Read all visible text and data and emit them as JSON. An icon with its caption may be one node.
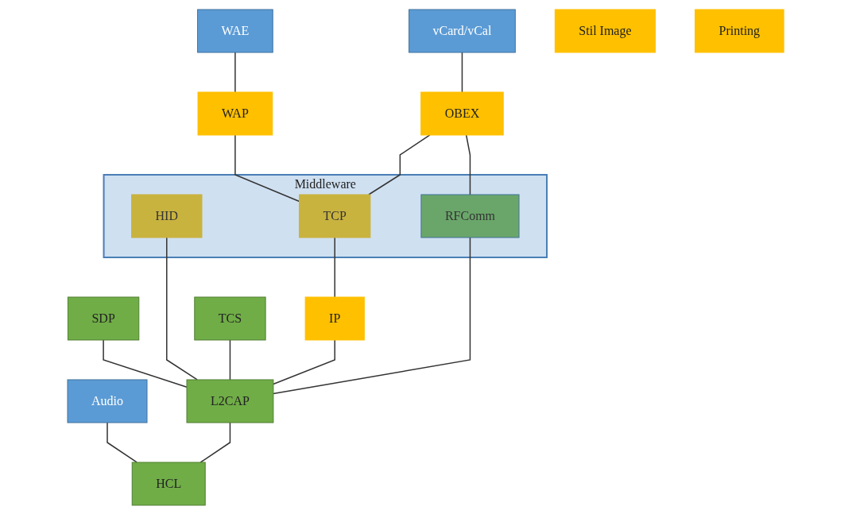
{
  "diagram": {
    "nodes": [
      {
        "text": [
          "WAE"
        ]
      },
      {
        "text": [
          "vCard/vCal"
        ]
      },
      {
        "text": [
          "Audio"
        ]
      },
      {
        "text": [
          "Stil Image"
        ]
      },
      {
        "text": [
          "WAP"
        ]
      },
      {
        "text": [
          "OBEX"
        ]
      },
      {
        "text": [
          "Printing"
        ]
      },
      {
        "text": [
          "Middleware"
        ]
      },
      {
        "text": [
          "HID"
        ],
        "in": 7
      },
      {
        "text": [
          "TCP"
        ],
        "in": 7
      },
      {
        "text": [
          "RFComm"
        ],
        "in": 7
      },
      {
        "text": [
          "SDP"
        ]
      },
      {
        "text": [
          "IP"
        ]
      },
      {
        "text": [
          "TCS"
        ]
      },
      {
        "text": [
          "L2CAP"
        ]
      },
      {
        "text": [
          "HCL"
        ]
      }
    ],
    "edges": [
      {
        "from": 0,
        "to": 4,
        "arrow": "none"
      },
      {
        "from": 1,
        "to": 5,
        "arrow": "none"
      },
      {
        "from": 4,
        "to": 9,
        "arrow": "none"
      },
      {
        "from": 5,
        "to": 9,
        "arrow": "none"
      },
      {
        "from": 5,
        "to": 10,
        "arrow": "none"
      },
      {
        "from": 8,
        "to": 14,
        "arrow": "none"
      },
      {
        "from": 9,
        "to": 12,
        "arrow": "none"
      },
      {
        "from": 10,
        "to": 14,
        "arrow": "none"
      },
      {
        "from": 11,
        "to": 14,
        "arrow": "none"
      },
      {
        "from": 12,
        "to": 14,
        "arrow": "none"
      },
      {
        "from": 13,
        "to": 14,
        "arrow": "none"
      },
      {
        "from": 14,
        "to": 15,
        "arrow": "none"
      },
      {
        "from": 2,
        "to": 15,
        "arrow": "none"
      }
    ]
  }
}
